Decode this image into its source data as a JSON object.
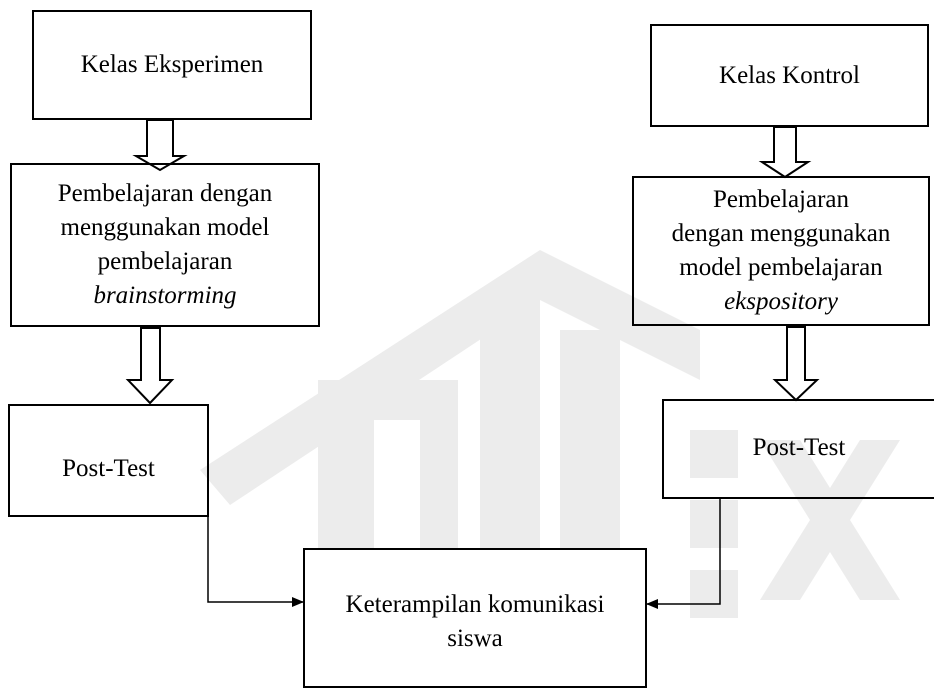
{
  "diagram": {
    "nodes": {
      "kelas_eksperimen": "Kelas Eksperimen",
      "kelas_kontrol": "Kelas Kontrol",
      "pembelajaran_eksperimen": {
        "line1": "Pembelajaran dengan",
        "line2": "menggunakan model",
        "line3": "pembelajaran",
        "line4_italic": "brainstorming"
      },
      "pembelajaran_kontrol": {
        "line1": "Pembelajaran",
        "line2": "dengan menggunakan",
        "line3": "model pembelajaran",
        "line4_italic": "ekspository"
      },
      "post_test_eksperimen": "Post-Test",
      "post_test_kontrol": "Post-Test",
      "outcome": {
        "line1": "Keterampilan komunikasi",
        "line2": "siswa"
      }
    },
    "edges": [
      {
        "from": "kelas_eksperimen",
        "to": "pembelajaran_eksperimen",
        "style": "hollow-arrow"
      },
      {
        "from": "pembelajaran_eksperimen",
        "to": "post_test_eksperimen",
        "style": "hollow-arrow"
      },
      {
        "from": "kelas_kontrol",
        "to": "pembelajaran_kontrol",
        "style": "hollow-arrow"
      },
      {
        "from": "pembelajaran_kontrol",
        "to": "post_test_kontrol",
        "style": "hollow-arrow"
      },
      {
        "from": "post_test_eksperimen",
        "to": "outcome",
        "style": "elbow-line-arrow"
      },
      {
        "from": "post_test_kontrol",
        "to": "outcome",
        "style": "elbow-line-arrow"
      }
    ],
    "colors": {
      "stroke": "#000000",
      "background": "#ffffff",
      "watermark": "#ececec"
    }
  }
}
